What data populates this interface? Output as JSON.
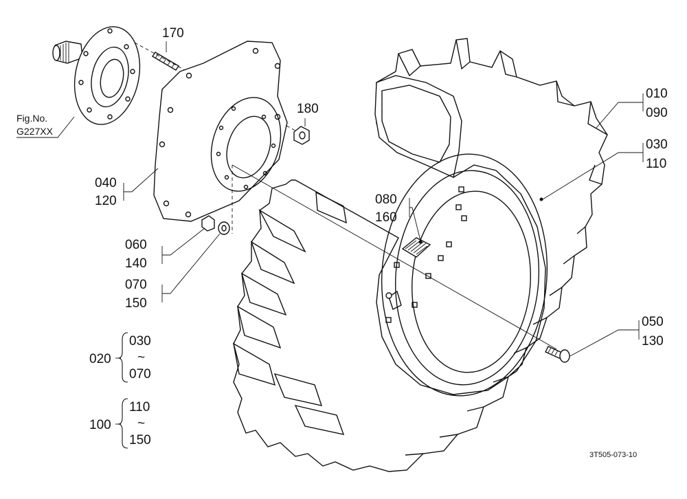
{
  "figure_ref": {
    "line1": "Fig.No.",
    "line2": "G227XX"
  },
  "callouts": {
    "c170": "170",
    "c180": "180",
    "c040": "040",
    "c120": "120",
    "c060": "060",
    "c140": "140",
    "c070": "070",
    "c150": "150",
    "c080": "080",
    "c160": "160",
    "c010": "010",
    "c090": "090",
    "c030": "030",
    "c110": "110",
    "c050": "050",
    "c130": "130"
  },
  "assemblies": {
    "a020": {
      "label": "020",
      "from": "030",
      "tilde": "~",
      "to": "070"
    },
    "a100": {
      "label": "100",
      "from": "110",
      "tilde": "~",
      "to": "150"
    }
  },
  "drawing_number": "3T505-073-10"
}
